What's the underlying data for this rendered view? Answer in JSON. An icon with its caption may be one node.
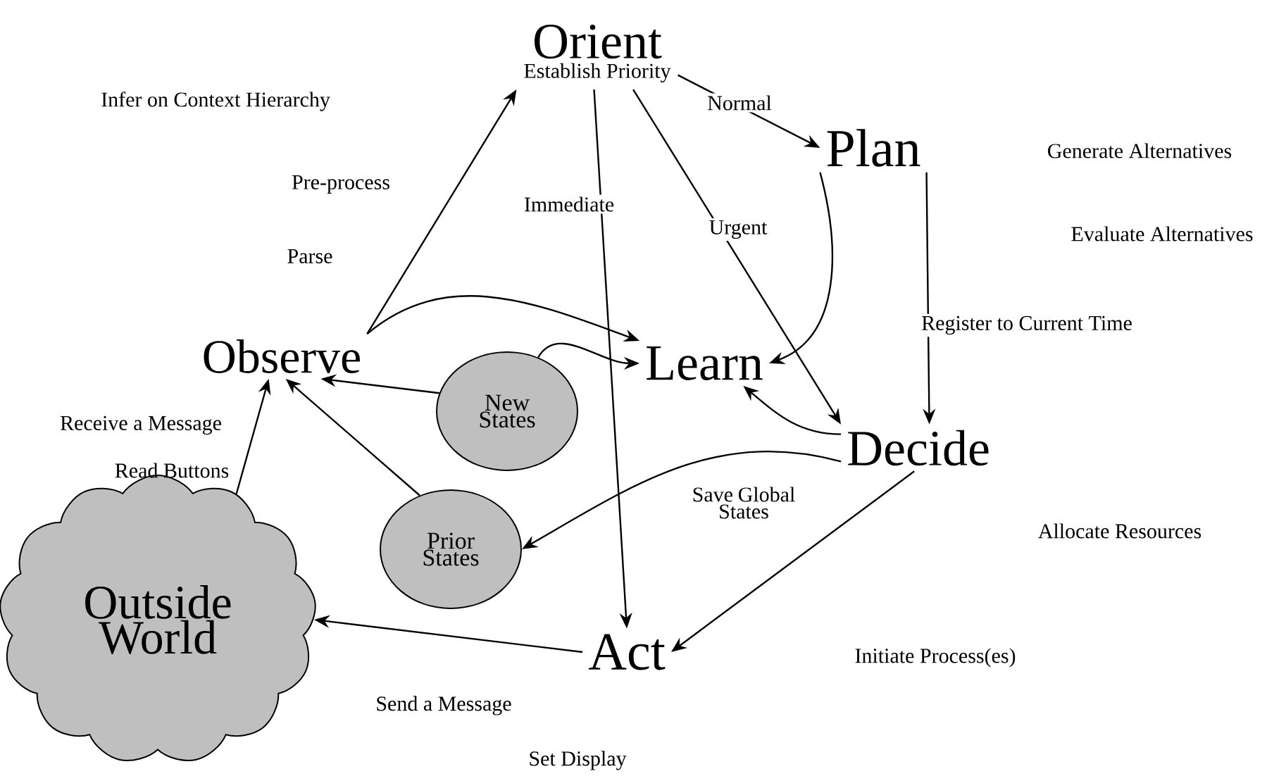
{
  "diagram": {
    "nodes": [
      {
        "text": [
          "Orient",
          "Establish Priority"
        ]
      },
      {
        "text": [
          "Plan"
        ]
      },
      {
        "text": [
          "Observe"
        ]
      },
      {
        "text": [
          "Learn"
        ]
      },
      {
        "text": [
          "New States"
        ]
      },
      {
        "text": [
          "Decide"
        ]
      },
      {
        "text": [
          "Prior States"
        ]
      },
      {
        "text": [
          "Outside World"
        ]
      },
      {
        "text": [
          "Act"
        ]
      }
    ],
    "edges": [
      {
        "from": 2,
        "to": 0,
        "arrow": "to"
      },
      {
        "from": 0,
        "to": 1,
        "arrow": "to",
        "label": "Normal"
      },
      {
        "from": 0,
        "to": 8,
        "arrow": "to",
        "label": "Immediate"
      },
      {
        "from": 0,
        "to": 5,
        "arrow": "to",
        "label": "Urgent"
      },
      {
        "from": 1,
        "to": 3,
        "arrow": "to"
      },
      {
        "from": 1,
        "to": 5,
        "arrow": "to",
        "label": "Register to Current Time"
      },
      {
        "from": 2,
        "to": 3,
        "arrow": "to"
      },
      {
        "from": 4,
        "to": 2,
        "arrow": "to"
      },
      {
        "from": 4,
        "to": 3,
        "arrow": "to"
      },
      {
        "from": 5,
        "to": 3,
        "arrow": "to"
      },
      {
        "from": 5,
        "to": 6,
        "arrow": "to",
        "label": "Save Global States"
      },
      {
        "from": 6,
        "to": 2,
        "arrow": "to"
      },
      {
        "from": 7,
        "to": 2,
        "arrow": "to"
      },
      {
        "from": 5,
        "to": 8,
        "arrow": "to"
      },
      {
        "from": 8,
        "to": 7,
        "arrow": "to"
      }
    ],
    "labels": [
      "Infer on Context Hierarchy",
      "Generate Alternatives",
      "Pre-process",
      "Evaluate Alternatives",
      "Parse",
      "Receive a Message",
      "Read Buttons",
      "Allocate Resources",
      "Initiate Process(es)",
      "Send a Message",
      "Set Display"
    ]
  }
}
